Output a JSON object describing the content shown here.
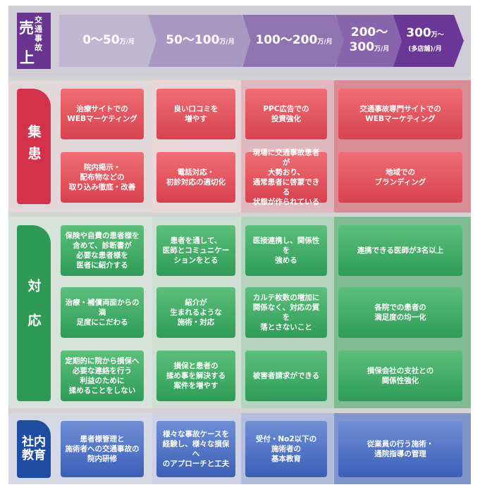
{
  "header": {
    "label_main_1": "売",
    "label_main_2": "上",
    "label_side": "交通事故",
    "stages": [
      {
        "amount": "0〜50",
        "unit": "万/月",
        "note": ""
      },
      {
        "amount": "50〜100",
        "unit": "万/月",
        "note": ""
      },
      {
        "amount": "100〜200",
        "unit": "万/月",
        "note": ""
      },
      {
        "amount": "200〜\n300",
        "unit": "万/月",
        "note": ""
      },
      {
        "amount": "300",
        "unit": "万〜",
        "note": "(多店舗)/月"
      }
    ]
  },
  "sections": {
    "collect": {
      "label": "集患",
      "rows": [
        [
          "治療サイトでの\nWEBマーケティング",
          "良い口コミを\n増やす",
          "PPC広告での\n投資強化",
          "交通事故専門サイトでの\nWEBマーケティング"
        ],
        [
          "院内掲示・\n配布物などの\n取り込み徹底・改善",
          "電話対応・\n初診対応の適切化",
          "現場に交通事故患者が\n大勢おり、\n通常患者に啓蒙できる\n状態が作られている",
          "地域での\nブランディング"
        ]
      ]
    },
    "respond": {
      "label": "対応",
      "rows": [
        [
          "保険や自費の患者様を\n含めて、診断書が\n必要な患者様を\n医者に紹介する",
          "患者を通して、\n医師とコミュニケー\nションをとる",
          "医接連携し、関係性を\n強める",
          "連携できる医師が3名以上"
        ],
        [
          "治療・補償両面からの満\n足度にこだわる",
          "紹介が\n生まれるような\n施術・対応",
          "カルテ枚数の増加に\n関係なく、対応の質を\n落とさないこと",
          "各院での患者の\n満足度の均一化"
        ],
        [
          "定期的に院から損保へ\n必要な連絡を行う\n利益のために\n揉めることをしない",
          "損保と患者の\n揉め事を解決する\n案件を増やす",
          "被害者請求ができる",
          "損保会社の支社との\n関係性強化"
        ]
      ]
    },
    "education": {
      "label": "社内教育",
      "rows": [
        [
          "患者様管理と\n施術者への交通事故の\n院内研修",
          "様々な事故ケースを\n経験し、様々な損保へ\nのアプローチと工夫",
          "受付・No2以下の\n施術者の\n基本教育",
          "従業員の行う施術・\n通院指導の管理"
        ]
      ]
    }
  },
  "colors": {
    "header_purple": "#6a3591",
    "collect_red": "#d4314a",
    "respond_green": "#2f9a55",
    "education_blue": "#1f4da0"
  }
}
